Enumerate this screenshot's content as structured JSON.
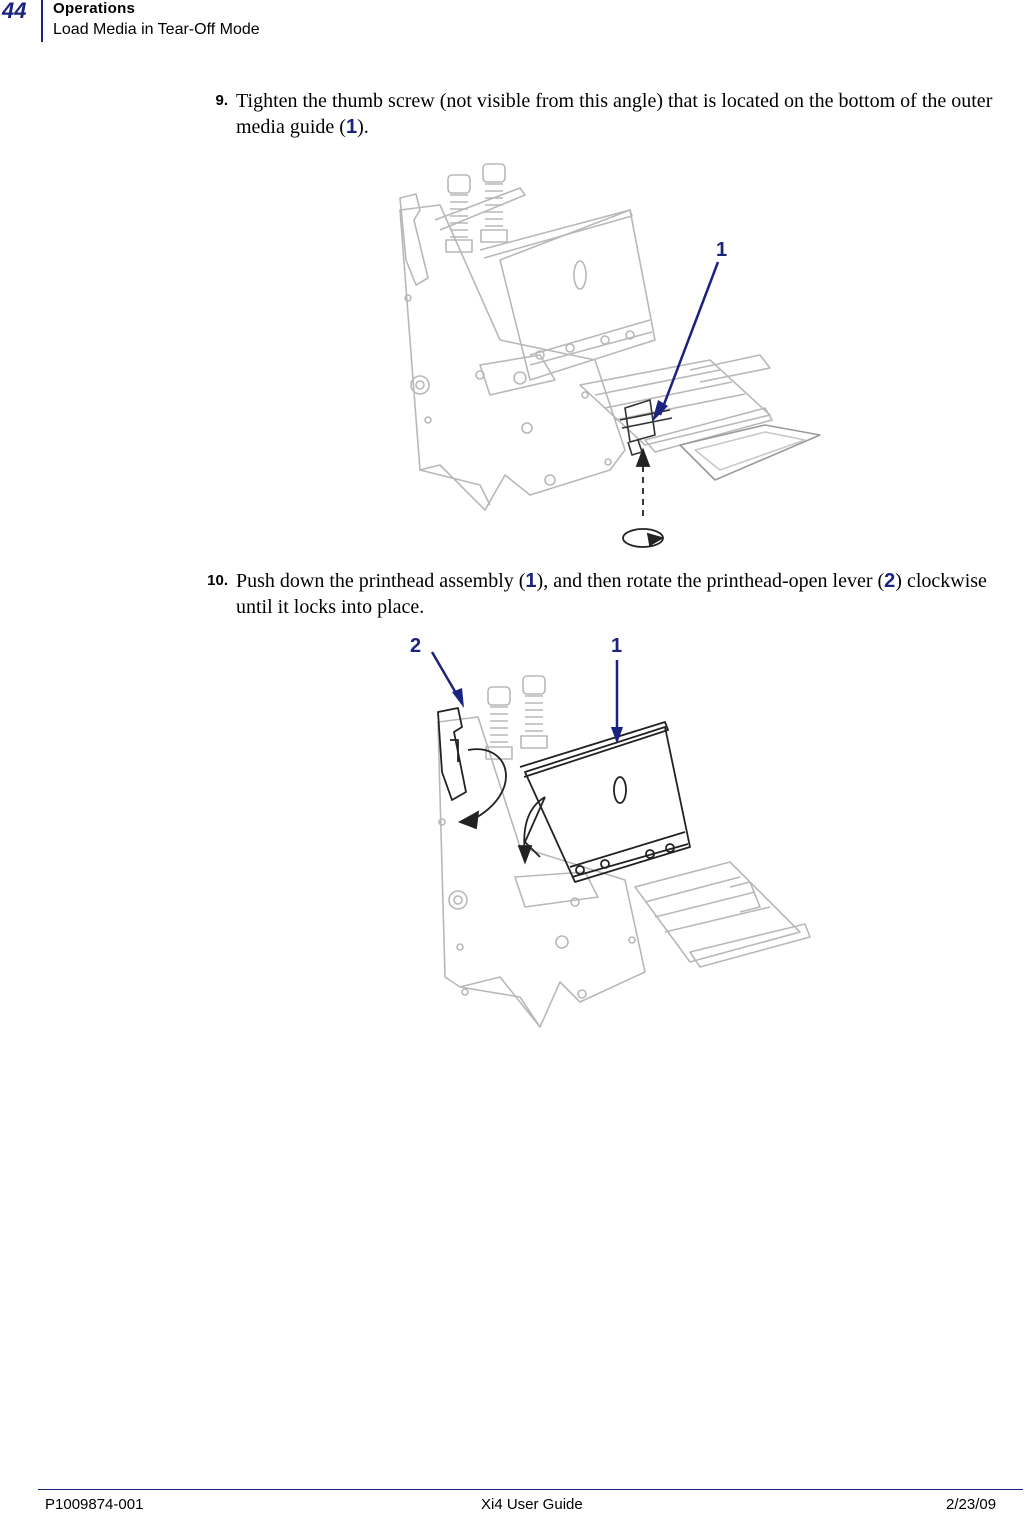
{
  "header": {
    "page_number": "44",
    "chapter": "Operations",
    "section": "Load Media in Tear-Off Mode"
  },
  "steps": [
    {
      "number": "9.",
      "text_before": "Tighten the thumb screw (not visible from this angle) that is located on the bottom of the outer media guide (",
      "callout": "1",
      "text_after": ")."
    },
    {
      "number": "10.",
      "text_part1": "Push down the printhead assembly (",
      "callout1": "1",
      "text_part2": "), and then rotate the printhead-open lever (",
      "callout2": "2",
      "text_part3": ") clockwise until it locks into place."
    }
  ],
  "figure1": {
    "callout": "1"
  },
  "figure2": {
    "callout_lever": "2",
    "callout_printhead": "1"
  },
  "footer": {
    "left": "P1009874-001",
    "center": "Xi4 User Guide",
    "right": "2/23/09"
  },
  "colors": {
    "accent": "#1a237e",
    "drawing": "#b8b8b8",
    "dark_line": "#333333"
  }
}
